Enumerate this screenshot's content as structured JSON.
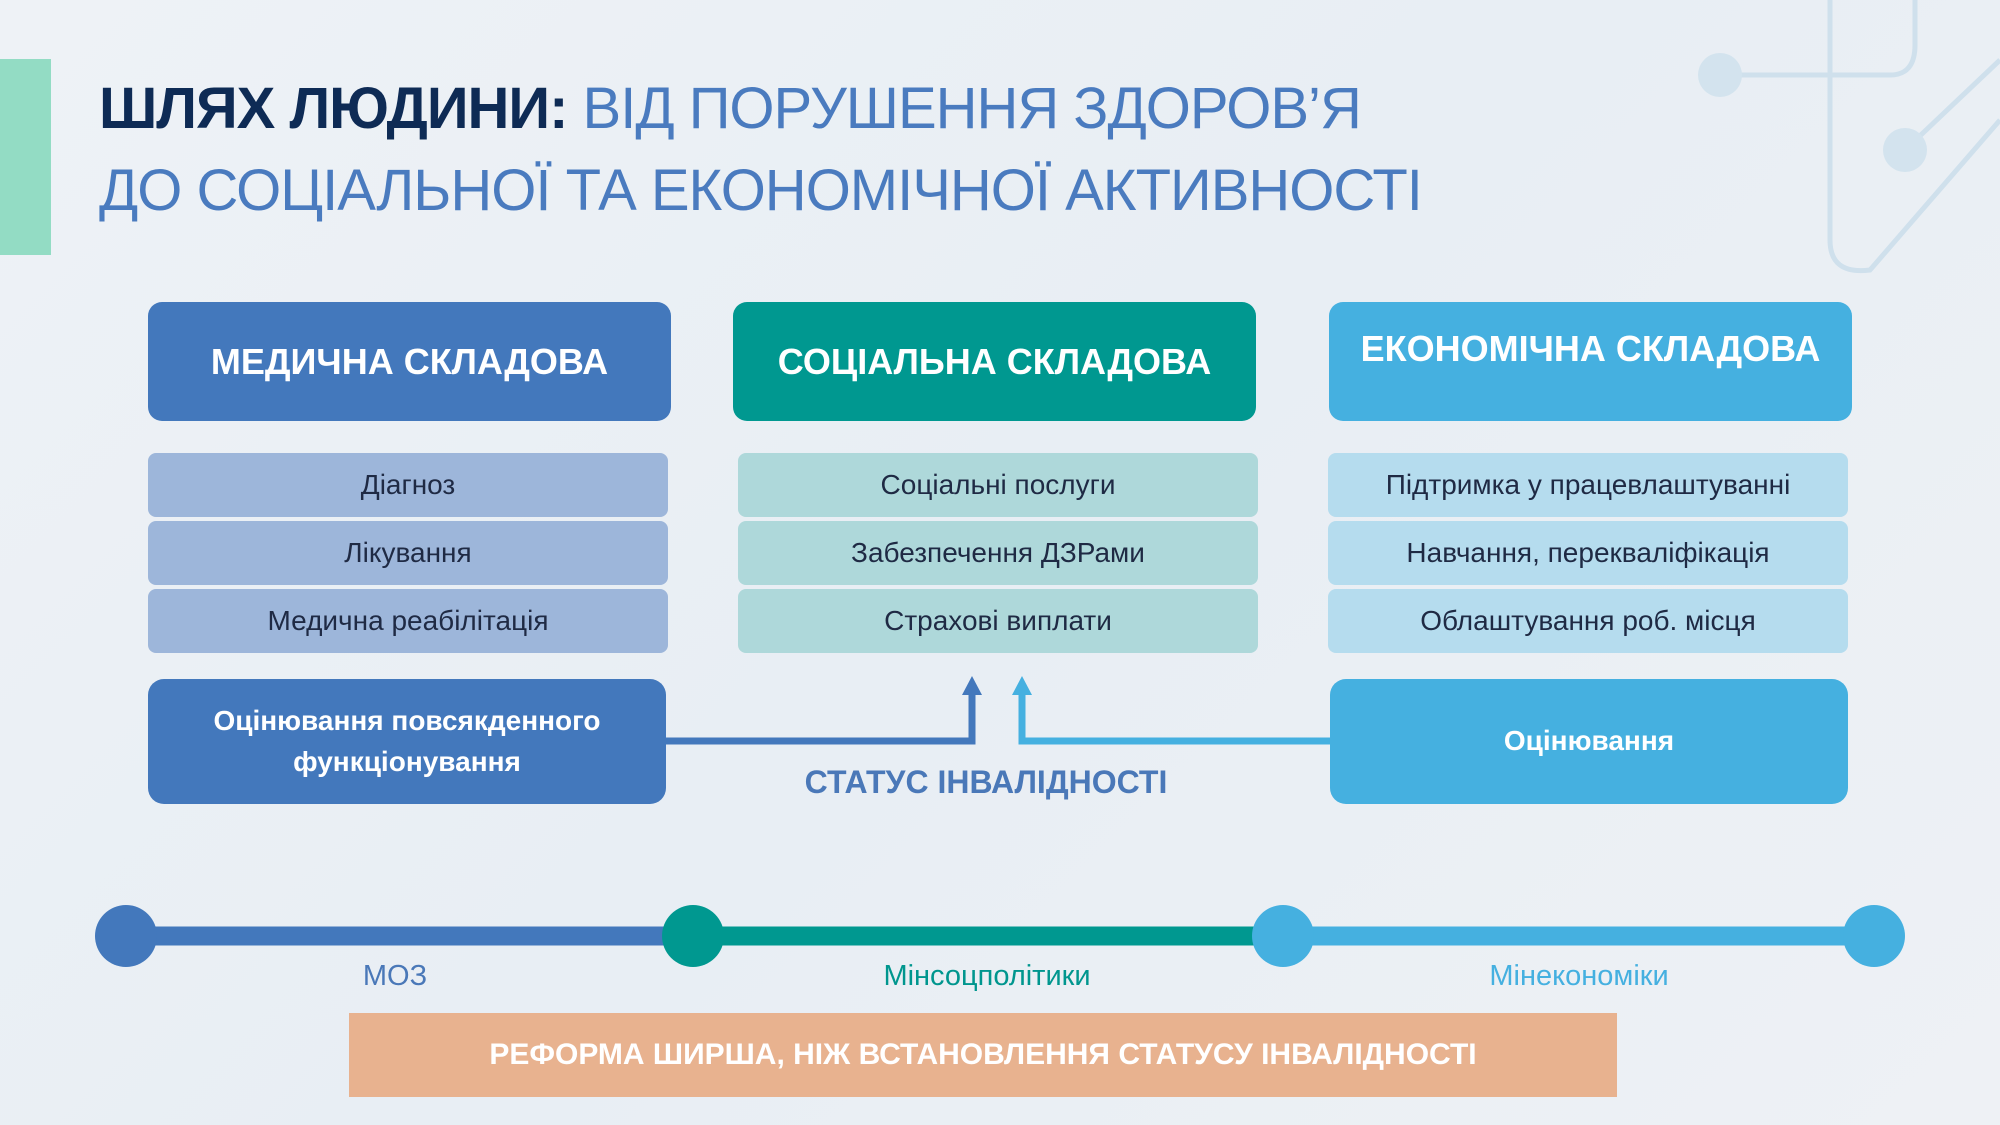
{
  "title": {
    "bold": "ШЛЯХ ЛЮДИНИ:",
    "line1_rest": " ВІД ПОРУШЕННЯ ЗДОРОВ’Я",
    "line2": "ДО СОЦІАЛЬНОЇ ТА ЕКОНОМІЧНОЇ АКТИВНОСТІ"
  },
  "columns": [
    {
      "header": "МЕДИЧНА СКЛАДОВА",
      "items": [
        "Діагноз",
        "Лікування",
        "Медична реабілітація"
      ],
      "bottom": "Оцінювання повсякденного функціонування",
      "color": "#4378bc"
    },
    {
      "header": "СОЦІАЛЬНА СКЛАДОВА",
      "items": [
        "Соціальні послуги",
        "Забезпечення ДЗРами",
        "Страхові виплати"
      ],
      "color": "#009890"
    },
    {
      "header": "ЕКОНОМІЧНА СКЛАДОВА",
      "items": [
        "Підтримка у працевлаштуванні",
        "Навчання, перекваліфікація",
        "Облаштування роб. місця"
      ],
      "bottom": "Оцінювання",
      "color": "#45b0e0"
    }
  ],
  "status": "СТАТУС ІНВАЛІДНОСТІ",
  "timeline": [
    "МОЗ",
    "Мінсоцполітики",
    "Мінекономіки"
  ],
  "banner": "РЕФОРМА ШИРША, НІЖ ВСТАНОВЛЕННЯ СТАТУСУ ІНВАЛІДНОСТІ"
}
